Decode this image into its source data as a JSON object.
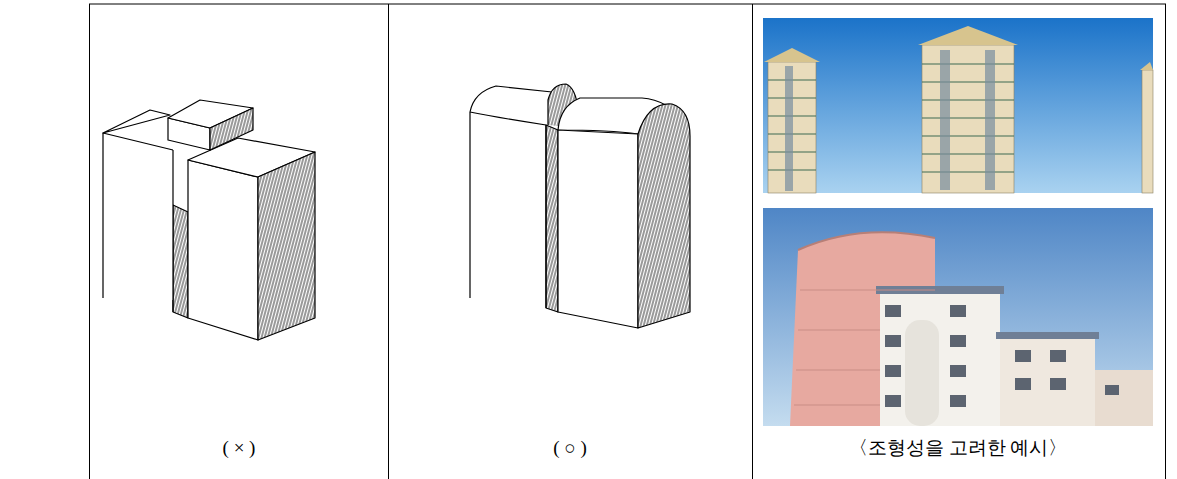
{
  "diagram": {
    "labels": [
      "( × )",
      "( ○ )",
      "〈조형성을 고려한 예시〉"
    ]
  }
}
